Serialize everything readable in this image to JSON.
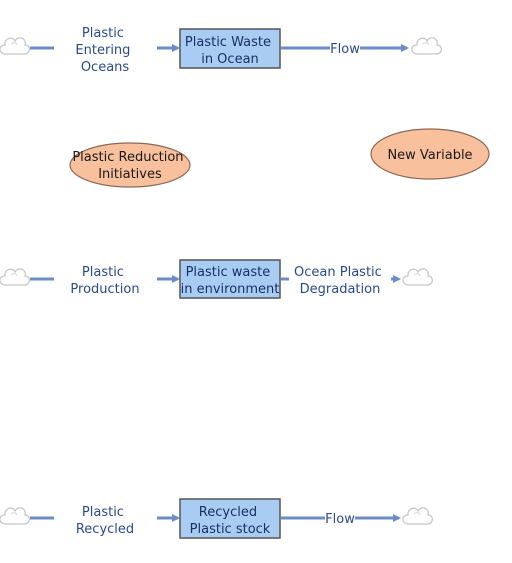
{
  "colors": {
    "pipe": "#6b8cc7",
    "stock_fill": "#a9cdf2",
    "stock_stroke": "#555555",
    "aux_fill": "#f8c09c",
    "aux_stroke": "#8a6a55",
    "cloud_stroke": "#c8c8c8",
    "label_text": "#2a4a8f"
  },
  "icons": {
    "source_sink": "cloud-icon"
  },
  "chains": [
    {
      "inflow_label": "Plastic\nEntering\nOceans",
      "stock_label": "Plastic Waste\nin Ocean",
      "outflow_label": "Flow"
    },
    {
      "inflow_label": "Plastic\nProduction",
      "stock_label": "Plastic waste\nin environment",
      "outflow_label": "Ocean Plastic\nDegradation"
    },
    {
      "inflow_label": "Plastic\nRecycled",
      "stock_label": "Recycled\nPlastic stock",
      "outflow_label": "Flow"
    }
  ],
  "auxiliaries": [
    {
      "label": "Plastic Reduction\nInitiatives"
    },
    {
      "label": "New Variable"
    }
  ]
}
